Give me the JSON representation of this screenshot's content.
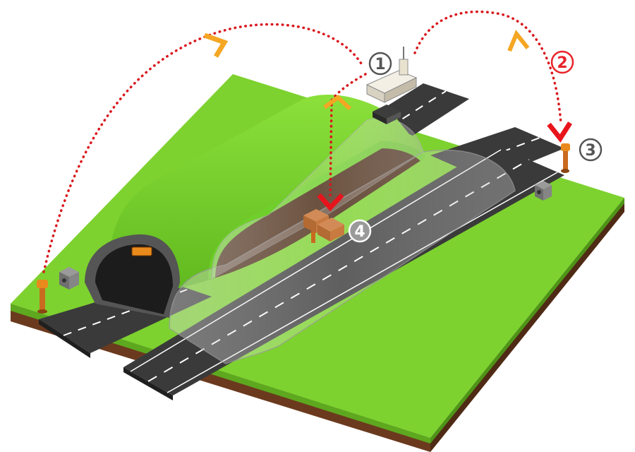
{
  "markers": [
    {
      "id": "1",
      "label": "1",
      "color": "#555555"
    },
    {
      "id": "2",
      "label": "2",
      "color": "#e8242a"
    },
    {
      "id": "3",
      "label": "3",
      "color": "#555555"
    },
    {
      "id": "4",
      "label": "4",
      "color": "#ffffff",
      "fill": "#9a9a9a"
    }
  ],
  "icons": {
    "control_center": "control-building-icon",
    "sensor_pole": "sensor-pole-icon",
    "equipment_cabinet": "equipment-cabinet-icon",
    "tunnel_sign": "tunnel-led-sign-icon"
  },
  "colors": {
    "grass_top": "#7dd22f",
    "grass_side": "#5da81f",
    "soil": "#6b3a1e",
    "road": "#3a3a3a",
    "lane_mark": "#ffffff",
    "flow_line": "#d9161c",
    "arrow_orange": "#f5a623",
    "arrow_red": "#e8141c"
  }
}
